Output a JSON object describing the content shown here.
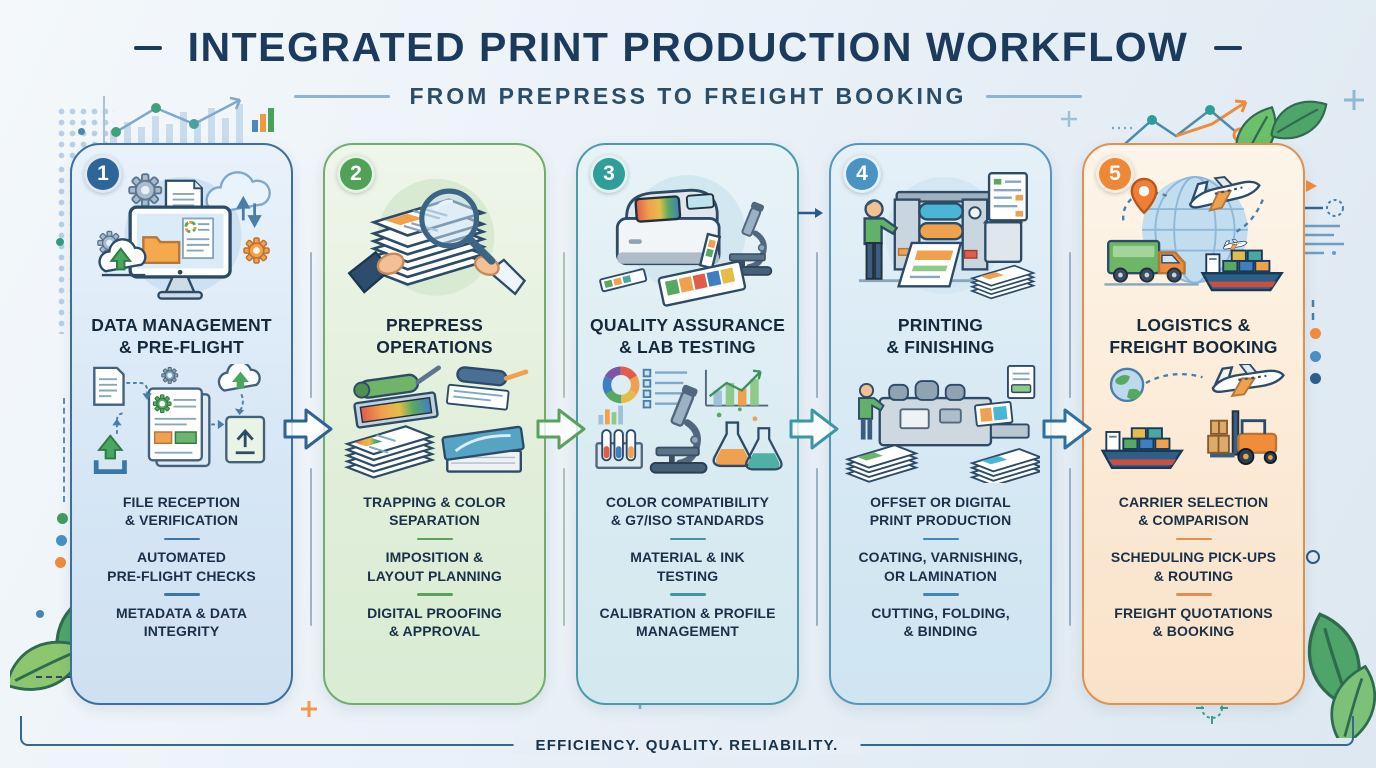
{
  "header": {
    "title": "INTEGRATED PRINT PRODUCTION WORKFLOW",
    "subtitle": "FROM PREPRESS TO FREIGHT BOOKING"
  },
  "steps": [
    {
      "number": "1",
      "title": "DATA MANAGEMENT\n& PRE-FLIGHT",
      "items": [
        "FILE RECEPTION\n& VERIFICATION",
        "AUTOMATED\nPRE-FLIGHT CHECKS",
        "METADATA & DATA\nINTEGRITY"
      ],
      "accent": "#2f6699",
      "border": "#3c6e9e",
      "background": "#d6e6f5",
      "illustration_top": "computer-data-management",
      "illustration_middle": "file-verification-flow"
    },
    {
      "number": "2",
      "title": "PREPRESS\nOPERATIONS",
      "items": [
        "TRAPPING & COLOR\nSEPARATION",
        "IMPOSITION &\nLAYOUT PLANNING",
        "DIGITAL PROOFING\n& APPROVAL"
      ],
      "accent": "#53a158",
      "border": "#74ab71",
      "background": "#e0eed9",
      "illustration_top": "document-inspection-magnifier",
      "illustration_middle": "proofing-rollers-and-sheets"
    },
    {
      "number": "3",
      "title": "QUALITY ASSURANCE\n& LAB TESTING",
      "items": [
        "COLOR COMPATIBILITY\n& G7/ISO STANDARDS",
        "MATERIAL & INK\nTESTING",
        "CALIBRATION & PROFILE\nMANAGEMENT"
      ],
      "accent": "#2f9e9a",
      "border": "#4d9aab",
      "background": "#d9ebf2",
      "illustration_top": "spectrophotometer-and-microscope",
      "illustration_middle": "lab-testing-equipment"
    },
    {
      "number": "4",
      "title": "PRINTING\n& FINISHING",
      "items": [
        "OFFSET OR DIGITAL\nPRINT PRODUCTION",
        "COATING, VARNISHING,\nOR LAMINATION",
        "CUTTING, FOLDING,\n& BINDING"
      ],
      "accent": "#4a94c4",
      "border": "#5795bd",
      "background": "#d5e8f3",
      "illustration_top": "press-operator",
      "illustration_middle": "finishing-machines"
    },
    {
      "number": "5",
      "title": "LOGISTICS &\nFREIGHT BOOKING",
      "items": [
        "CARRIER SELECTION\n& COMPARISON",
        "SCHEDULING PICK-UPS\n& ROUTING",
        "FREIGHT QUOTATIONS\n& BOOKING"
      ],
      "accent": "#ed8936",
      "border": "#e0914f",
      "background": "#fbe9d4",
      "illustration_top": "global-shipping-modes",
      "illustration_middle": "ship-and-forklift"
    }
  ],
  "footer": {
    "tagline": "EFFICIENCY. QUALITY. RELIABILITY."
  },
  "palette": {
    "title_color": "#1b3a5c",
    "subtitle_color": "#2c4d68",
    "footer_line_color": "#35678f",
    "page_background": "#e9f0f6"
  }
}
